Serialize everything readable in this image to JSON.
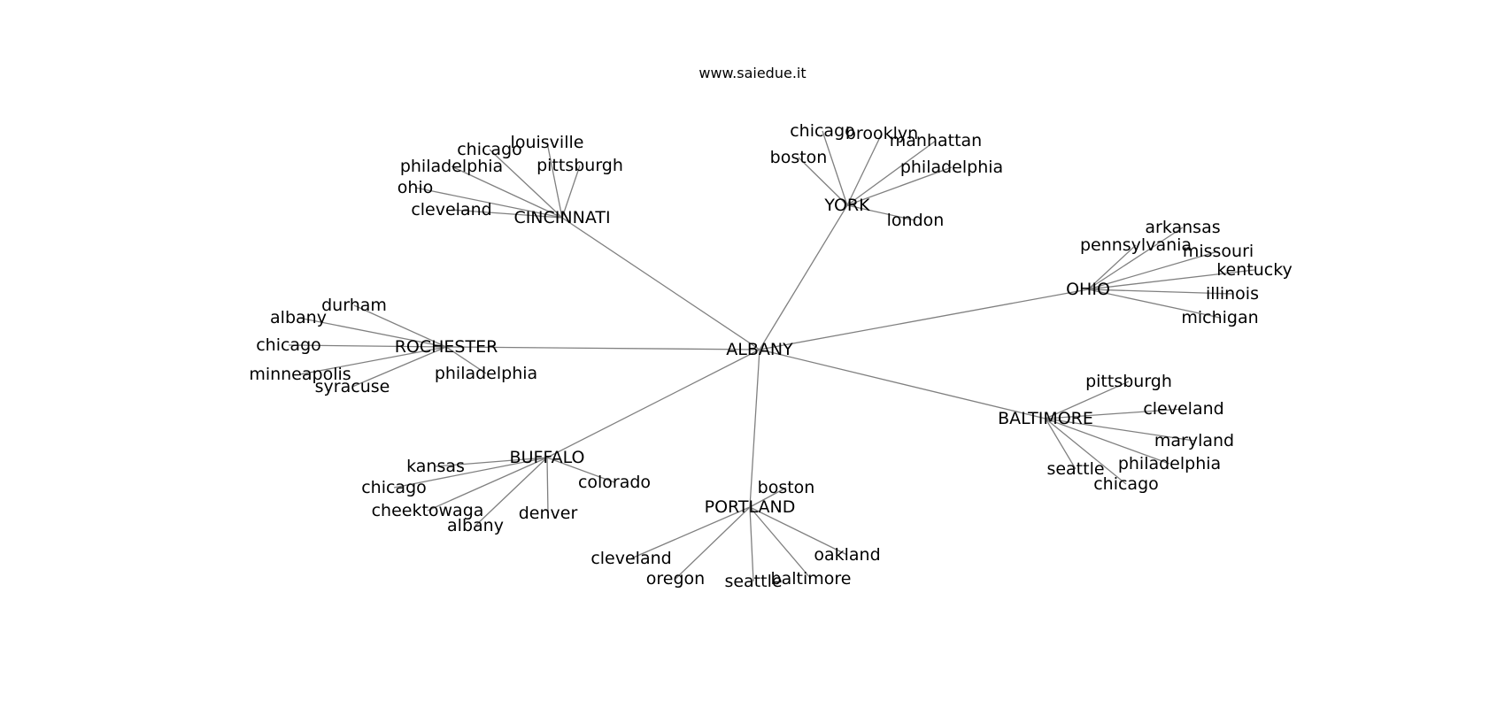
{
  "title": "www.saiedue.it",
  "graph": {
    "edge_color": "#808080",
    "text_color": "#000000",
    "root": "ALBANY",
    "hubs": [
      {
        "id": "CINCINNATI",
        "leaves": [
          "louisville",
          "chicago",
          "philadelphia",
          "pittsburgh",
          "ohio",
          "cleveland"
        ]
      },
      {
        "id": "YORK",
        "leaves": [
          "chicago",
          "brooklyn",
          "manhattan",
          "boston",
          "philadelphia",
          "london"
        ]
      },
      {
        "id": "OHIO",
        "leaves": [
          "arkansas",
          "pennsylvania",
          "missouri",
          "kentucky",
          "illinois",
          "michigan"
        ]
      },
      {
        "id": "ROCHESTER",
        "leaves": [
          "durham",
          "albany",
          "chicago",
          "minneapolis",
          "syracuse",
          "philadelphia"
        ]
      },
      {
        "id": "BALTIMORE",
        "leaves": [
          "pittsburgh",
          "cleveland",
          "maryland",
          "philadelphia",
          "seattle",
          "chicago"
        ]
      },
      {
        "id": "BUFFALO",
        "leaves": [
          "kansas",
          "chicago",
          "colorado",
          "cheektowaga",
          "albany",
          "denver"
        ]
      },
      {
        "id": "PORTLAND",
        "leaves": [
          "boston",
          "cleveland",
          "oakland",
          "oregon",
          "seattle",
          "baltimore"
        ]
      }
    ]
  }
}
